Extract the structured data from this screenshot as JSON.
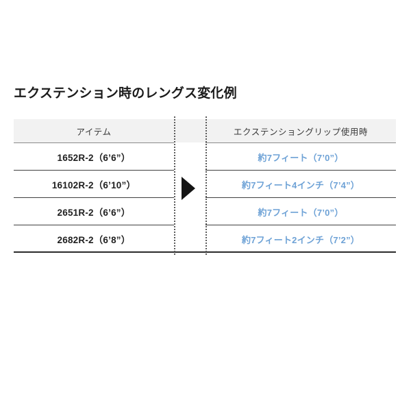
{
  "section": {
    "title": "エクステンション時のレングス変化例"
  },
  "table": {
    "columns": [
      {
        "key": "item",
        "header": "アイテム"
      },
      {
        "key": "arrow",
        "header": ""
      },
      {
        "key": "extended",
        "header": "エクステンショングリップ使用時"
      }
    ],
    "rows": [
      {
        "item": "1652R-2（6’6”）",
        "extended": "約7フィート（7’0”）"
      },
      {
        "item": "16102R-2（6’10”）",
        "extended": "約7フィート4インチ（7’4”）"
      },
      {
        "item": "2651R-2（6’6”）",
        "extended": "約7フィート（7’0”）"
      },
      {
        "item": "2682R-2（6’8”）",
        "extended": "約7フィート2インチ（7’2”）"
      }
    ]
  },
  "marker": {
    "name": "right-arrow",
    "glyph": "▶"
  },
  "colors": {
    "value_blue": "#6ea2d6",
    "header_background": "#f2f2f2",
    "rule_dark": "#3f3f3f",
    "rule_gray": "#8a8a8a",
    "text_dark": "#1f1f1f",
    "page_background": "#ffffff"
  }
}
